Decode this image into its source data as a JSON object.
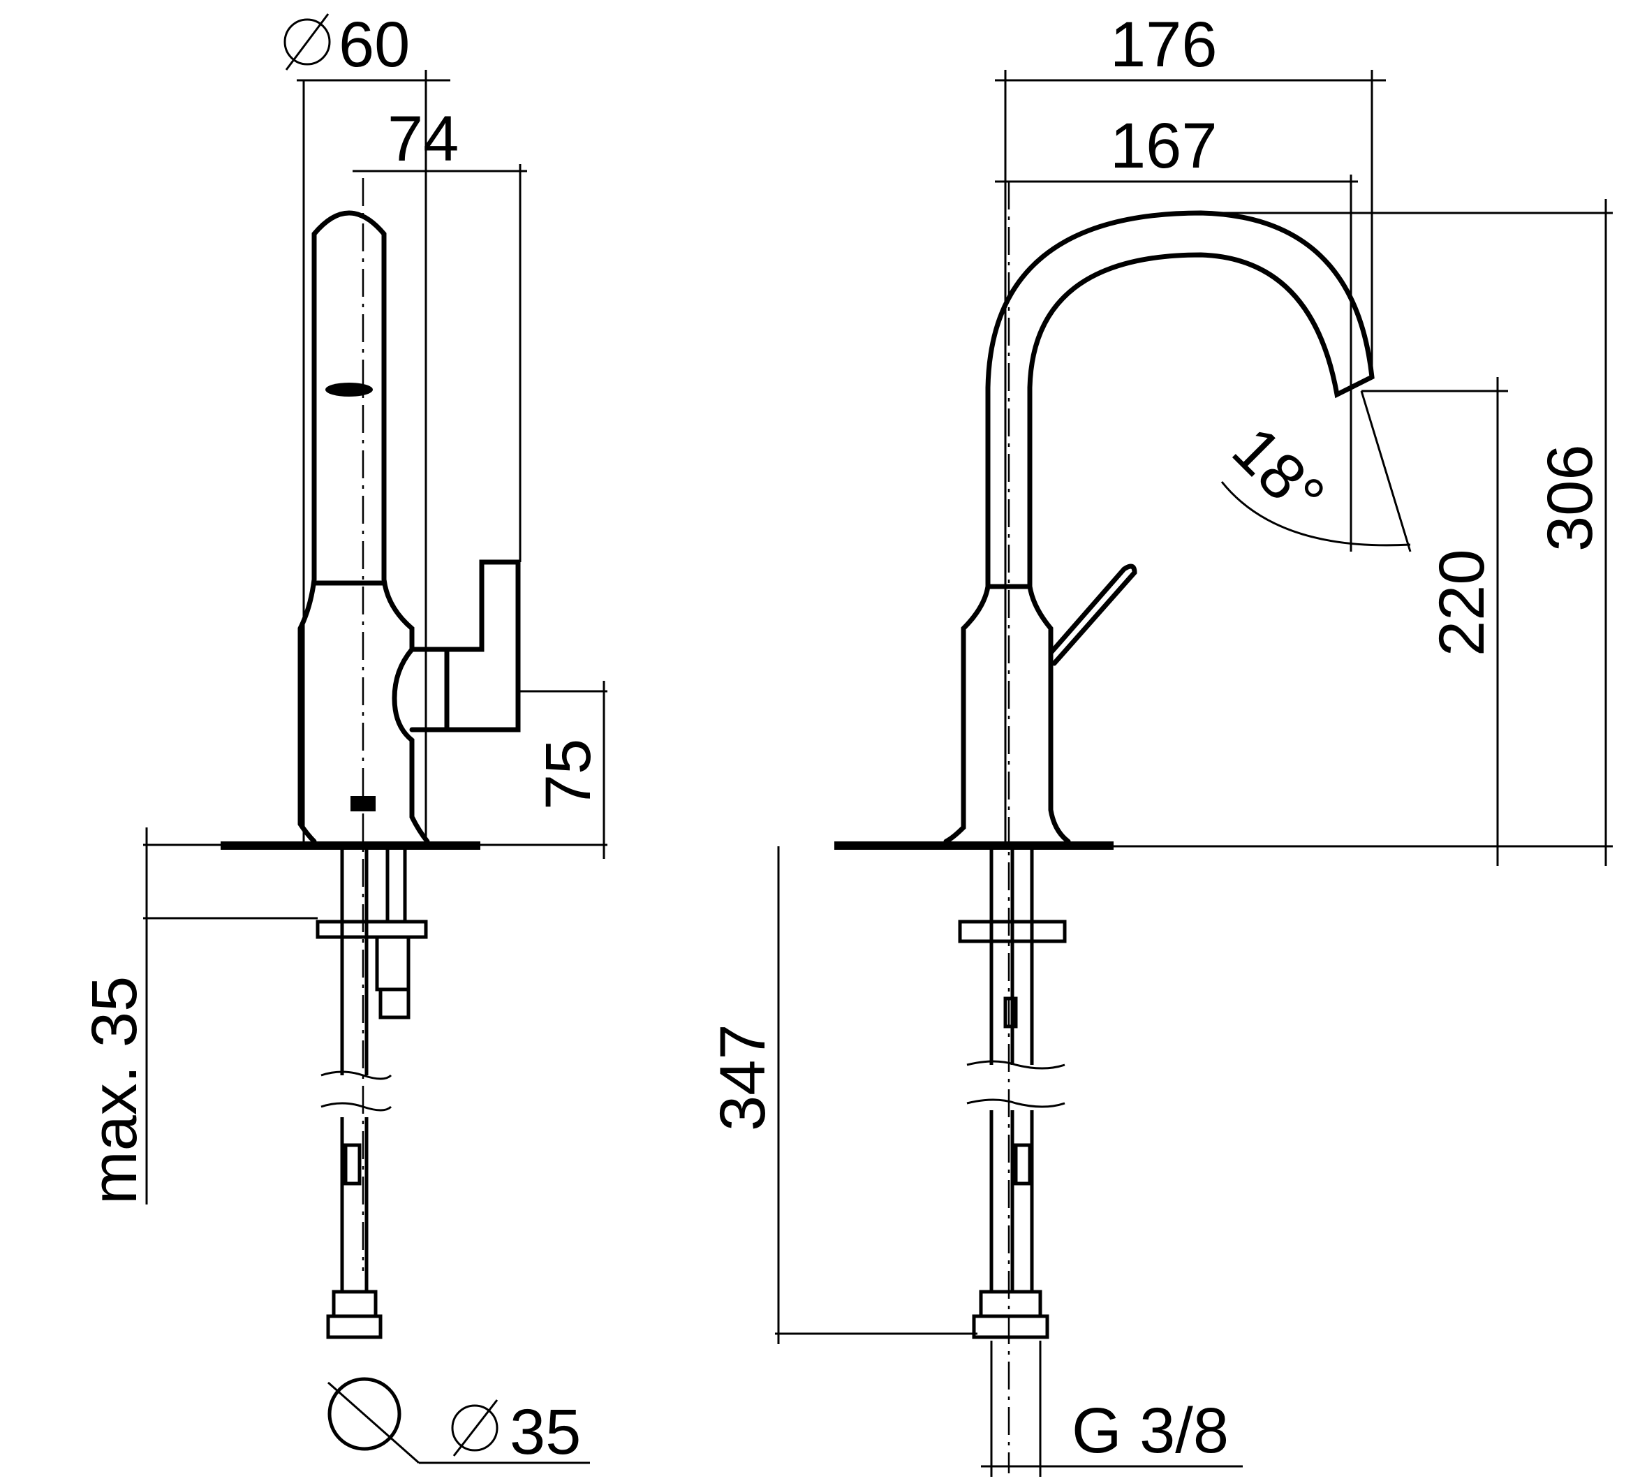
{
  "dimensions": {
    "front_base_diameter": "60",
    "front_body_depth": "74",
    "front_lever_height": "75",
    "front_max_mount": "max. 35",
    "hole_diameter": "35",
    "side_outer_reach": "176",
    "side_spout_reach": "167",
    "side_total_height": "306",
    "side_outlet_height": "220",
    "side_spout_angle": "18°",
    "side_hose_length": "347",
    "side_connection": "G 3/8"
  },
  "symbols": {
    "diameter": "⌀"
  }
}
